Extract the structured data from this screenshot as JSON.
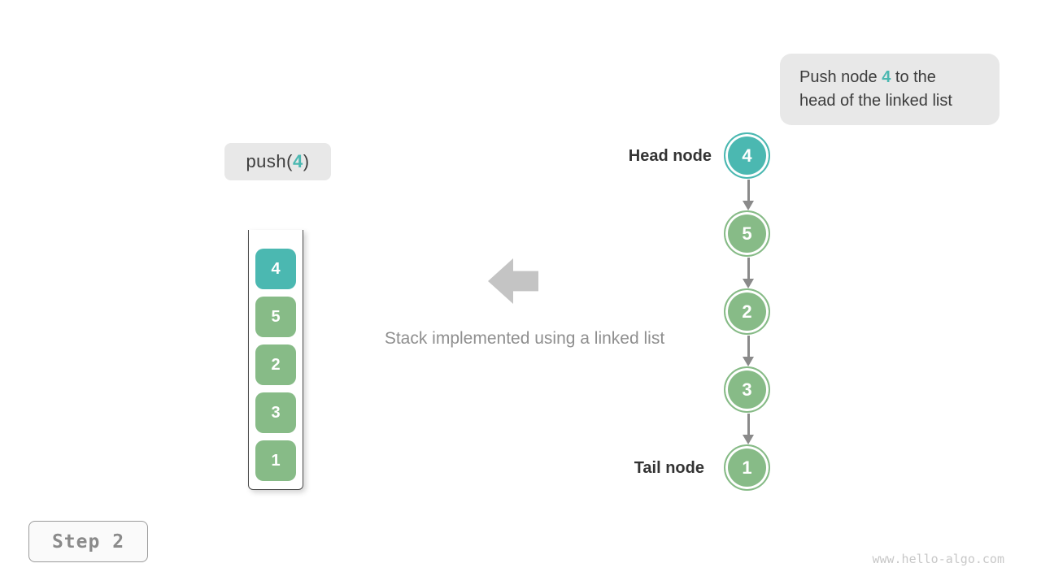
{
  "colors": {
    "teal": "#4bb8b1",
    "green": "#87bb87",
    "arrow_gray": "#8a8a8a",
    "block_arrow_gray": "#c4c4c4",
    "callout_bg": "#e8e8e8",
    "code_bg": "#e8e8e8",
    "container_border": "#4d4d4d",
    "dark_text": "#3d3d3d",
    "muted_text": "#8f8f8f",
    "step_border": "#9b9b9b",
    "step_bg": "#fafafa",
    "step_text": "#8a8a8a",
    "watermark_color": "#c8c8c8"
  },
  "callout": {
    "line1_pre": "Push node ",
    "num": "4",
    "line1_post": " to the",
    "line2": "head of the linked list"
  },
  "operation": {
    "prefix": "push(",
    "arg": "4",
    "suffix": ")"
  },
  "stack": {
    "items": [
      {
        "value": "4",
        "color": "teal"
      },
      {
        "value": "5",
        "color": "green"
      },
      {
        "value": "2",
        "color": "green"
      },
      {
        "value": "3",
        "color": "green"
      },
      {
        "value": "1",
        "color": "green"
      }
    ]
  },
  "caption": "Stack implemented using a linked list",
  "linked_list": {
    "head_label": "Head node",
    "tail_label": "Tail node",
    "nodes": [
      {
        "value": "4",
        "color": "teal"
      },
      {
        "value": "5",
        "color": "green"
      },
      {
        "value": "2",
        "color": "green"
      },
      {
        "value": "3",
        "color": "green"
      },
      {
        "value": "1",
        "color": "green"
      }
    ]
  },
  "step_label": "Step 2",
  "watermark": "www.hello-algo.com"
}
